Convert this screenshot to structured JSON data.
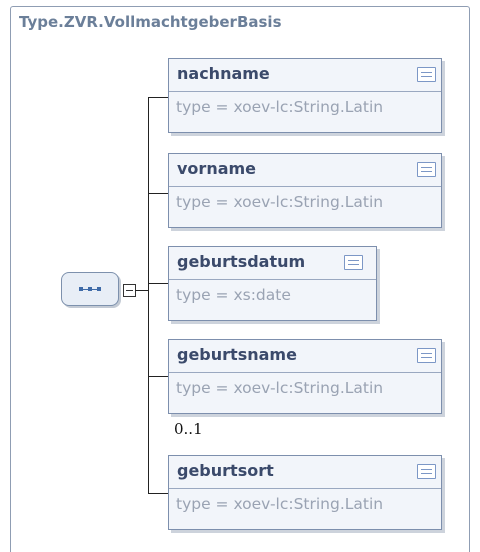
{
  "diagram": {
    "title": "Type.ZVR.VollmachtgeberBasis",
    "elements": [
      {
        "name": "nachname",
        "type": "type = xoev-lc:String.Latin",
        "multiplicity": ""
      },
      {
        "name": "vorname",
        "type": "type = xoev-lc:String.Latin",
        "multiplicity": ""
      },
      {
        "name": "geburtsdatum",
        "type": "type = xs:date",
        "multiplicity": ""
      },
      {
        "name": "geburtsname",
        "type": "type = xoev-lc:String.Latin",
        "multiplicity": "0..1"
      },
      {
        "name": "geburtsort",
        "type": "type = xoev-lc:String.Latin",
        "multiplicity": ""
      }
    ]
  },
  "icons": {
    "sequence": "sequence-compositor-icon",
    "collapse": "collapse-minus-icon",
    "documentation": "documentation-icon"
  },
  "colors": {
    "frame_border": "#8f9db3",
    "title": "#6b7f99",
    "element_name": "#3b4a6b",
    "element_type": "#9aa3b3",
    "element_bg": "#f2f5fa",
    "doc_icon": "#7c97c6"
  }
}
